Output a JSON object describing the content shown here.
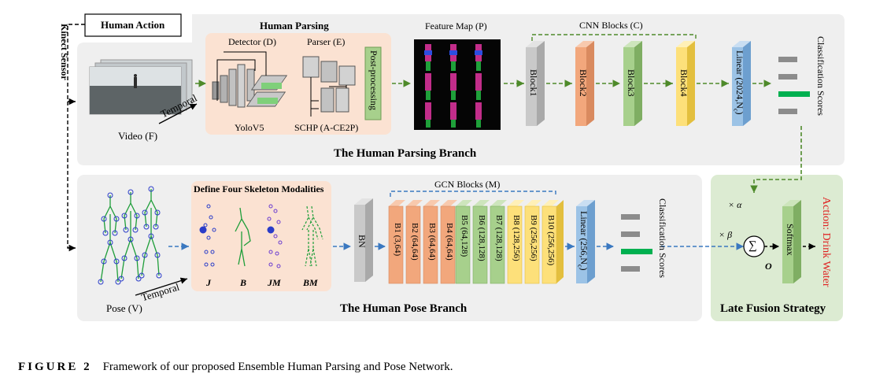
{
  "top_branch": {
    "input_label": "Human Action",
    "sensor_label": "Kinect Sensor",
    "video_label": "Video (F)",
    "temporal_label": "Temporal",
    "parsing_title": "Human Parsing",
    "detector_label": "Detector (D)",
    "parser_label": "Parser (E)",
    "post_processing_label": "Post-processing",
    "yolo_label": "YoloV5",
    "schp_label": "SCHP (A-CE2P)",
    "feature_map_label": "Feature Map (P)",
    "cnn_blocks_label": "CNN Blocks (C)",
    "blocks": [
      "Block1",
      "Block2",
      "Block3",
      "Block4"
    ],
    "linear_label": "Linear (2024,N",
    "linear_sub": "c",
    "scores_label": "Classification Scores",
    "branch_title": "The Human Parsing Branch"
  },
  "bottom_branch": {
    "pose_label": "Pose (V)",
    "temporal_label": "Temporal",
    "modalities_title": "Define Four Skeleton Modalities",
    "modalities": [
      "J",
      "B",
      "JM",
      "BM"
    ],
    "bn_label": "BN",
    "gcn_blocks_label": "GCN Blocks (M)",
    "gcn_blocks": [
      "B1 (3,64)",
      "B2 (64,64)",
      "B3 (64,64)",
      "B4 (64,64)",
      "B5 (64,128)",
      "B6 (128,128)",
      "B7 (128,128)",
      "B8 (128,256)",
      "B9 (256,256)",
      "B10 (256,256)"
    ],
    "linear_label": "Linear (256,N",
    "linear_sub": "c",
    "scores_label": "Classification Scores",
    "branch_title": "The Human Pose Branch"
  },
  "fusion": {
    "alpha_label": "× α",
    "beta_label": "× β",
    "sum_symbol": "∑",
    "o_label": "O",
    "softmax_label": "Softmax",
    "action_label": "Action: Drink Water",
    "title": "Late Fusion Strategy"
  },
  "caption": {
    "tag": "FIGURE 2",
    "text": "Framework of our proposed Ensemble Human Parsing and Pose Network."
  },
  "colors": {
    "panel_gray": "#efefef",
    "parsing_box": "#fbe2d2",
    "modality_box": "#fbe2d2",
    "fusion_box": "#dcebd2",
    "block_orange": "#f2a77c",
    "block_green": "#a7d08c",
    "block_yellow": "#fde07a",
    "block_blue": "#9cc3e6",
    "block_gray": "#c9c9c9",
    "arrow_green": "#4e8a2a",
    "arrow_blue": "#3a78c0",
    "action_red": "#e02020",
    "score_green": "#00b050"
  }
}
